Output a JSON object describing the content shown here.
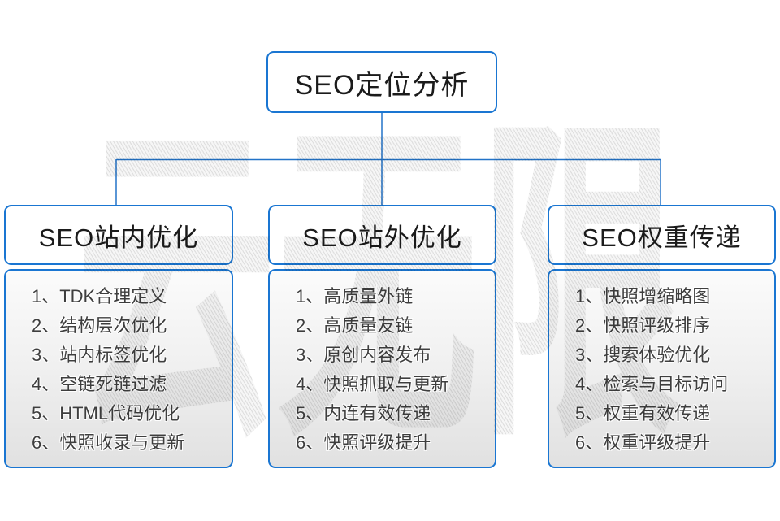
{
  "diagram": {
    "root": {
      "title": "SEO定位分析"
    },
    "watermark": {
      "text": "云无限"
    },
    "colors": {
      "box_border_blue": "#1a76d2",
      "connector_blue": "#2273c8",
      "title_text": "#1b1b1b",
      "list_text": "#3e3e3e",
      "list_box_gradient_top": "#fbfbfb",
      "list_box_gradient_bottom": "#e1e1e1",
      "watermark_gray": "#d7d7d7",
      "background": "#ffffff"
    },
    "columns": [
      {
        "title": "SEO站内优化",
        "items": [
          "1、TDK合理定义",
          "2、结构层次优化",
          "3、站内标签优化",
          "4、空链死链过滤",
          "5、HTML代码优化",
          "6、快照收录与更新"
        ]
      },
      {
        "title": "SEO站外优化",
        "items": [
          "1、高质量外链",
          "2、高质量友链",
          "3、原创内容发布",
          "4、快照抓取与更新",
          "5、内连有效传递",
          "6、快照评级提升"
        ]
      },
      {
        "title": "SEO权重传递",
        "items": [
          "1、快照增缩略图",
          "2、快照评级排序",
          "3、搜索体验优化",
          "4、检索与目标访问",
          "5、权重有效传递",
          "6、权重评级提升"
        ]
      }
    ]
  }
}
